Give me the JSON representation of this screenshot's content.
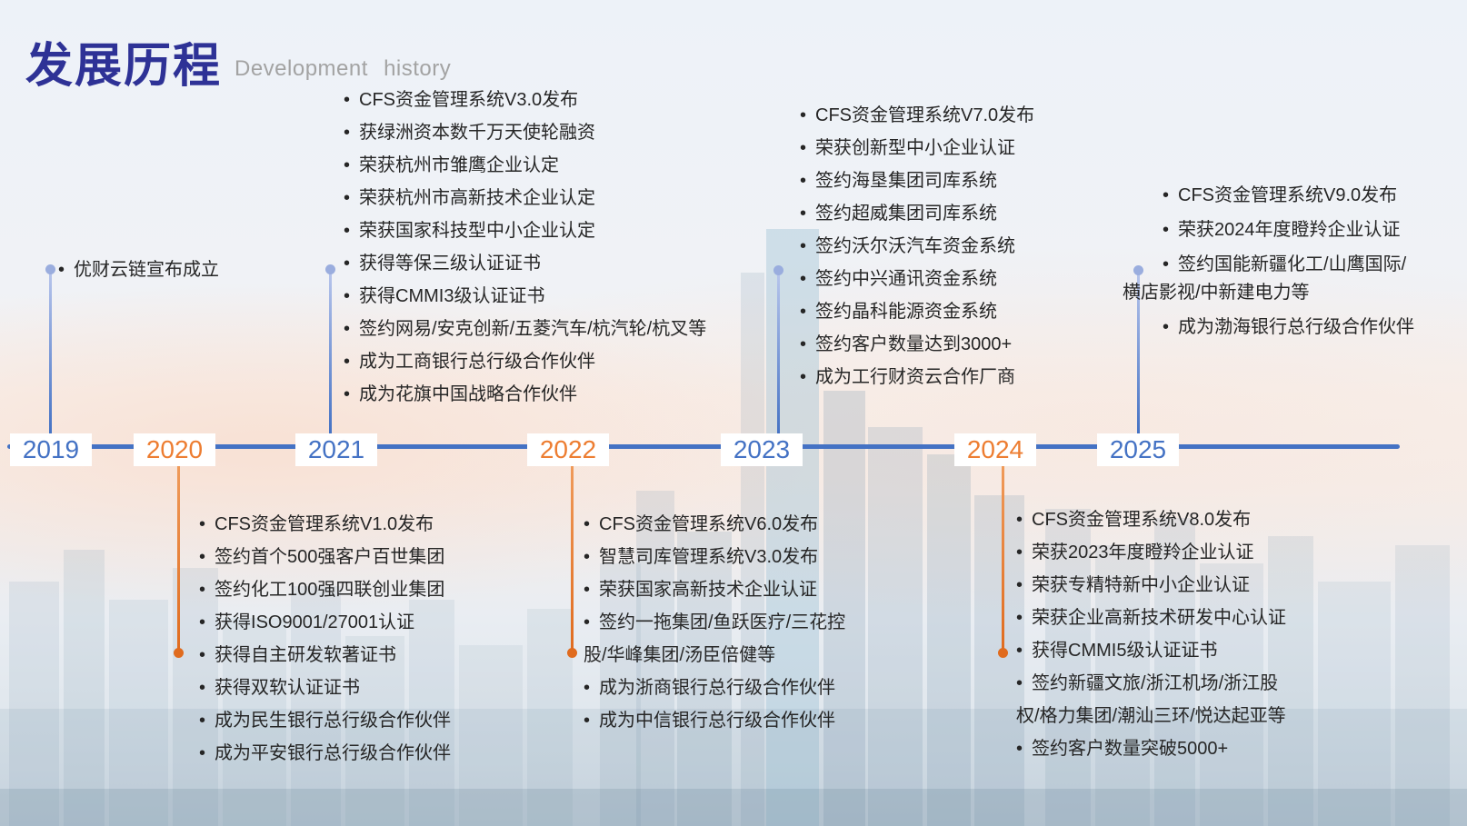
{
  "title": {
    "zh": "发展历程",
    "en": "Development history"
  },
  "colors": {
    "axis_blue": "#4472c4",
    "year_blue": "#4472c4",
    "year_orange": "#ed7d31",
    "title_blue": "#2e3296",
    "subtitle_gray": "#a3a3a3",
    "text_dark": "#262626",
    "dot_blue": "#9aadde",
    "dot_orange": "#e06b1e"
  },
  "years": [
    {
      "label": "2019",
      "accent": "blue",
      "side": "top",
      "items": [
        "优财云链宣布成立"
      ]
    },
    {
      "label": "2020",
      "accent": "orange",
      "side": "bottom",
      "items": [
        "CFS资金管理系统V1.0发布",
        "签约首个500强客户百世集团",
        "签约化工100强四联创业集团",
        "获得ISO9001/27001认证",
        "获得自主研发软著证书",
        "获得双软认证证书",
        "成为民生银行总行级合作伙伴",
        "成为平安银行总行级合作伙伴"
      ]
    },
    {
      "label": "2021",
      "accent": "blue",
      "side": "top",
      "items": [
        "CFS资金管理系统V3.0发布",
        "获绿洲资本数千万天使轮融资",
        "荣获杭州市雏鹰企业认定",
        "荣获杭州市高新技术企业认定",
        "荣获国家科技型中小企业认定",
        "获得等保三级认证证书",
        "获得CMMI3级认证证书",
        "签约网易/安克创新/五菱汽车/杭汽轮/杭叉等",
        "成为工商银行总行级合作伙伴",
        "成为花旗中国战略合作伙伴"
      ]
    },
    {
      "label": "2022",
      "accent": "orange",
      "side": "bottom",
      "items": [
        "CFS资金管理系统V6.0发布",
        "智慧司库管理系统V3.0发布",
        "荣获国家高新技术企业认证",
        "签约一拖集团/鱼跃医疗/三花控\n股/华峰集团/汤臣倍健等",
        "成为浙商银行总行级合作伙伴",
        "成为中信银行总行级合作伙伴"
      ]
    },
    {
      "label": "2023",
      "accent": "blue",
      "side": "top",
      "items": [
        "CFS资金管理系统V7.0发布",
        "荣获创新型中小企业认证",
        "签约海垦集团司库系统",
        "签约超威集团司库系统",
        "签约沃尔沃汽车资金系统",
        "签约中兴通讯资金系统",
        "签约晶科能源资金系统",
        "签约客户数量达到3000+",
        "成为工行财资云合作厂商"
      ]
    },
    {
      "label": "2024",
      "accent": "orange",
      "side": "bottom",
      "items": [
        "CFS资金管理系统V8.0发布",
        "荣获2023年度瞪羚企业认证",
        "荣获专精特新中小企业认证",
        "荣获企业高新技术研发中心认证",
        "获得CMMI5级认证证书",
        "签约新疆文旅/浙江机场/浙江股\n权/格力集团/潮汕三环/悦达起亚等",
        "签约客户数量突破5000+"
      ]
    },
    {
      "label": "2025",
      "accent": "blue",
      "side": "top",
      "items": [
        "CFS资金管理系统V9.0发布",
        "荣获2024年度瞪羚企业认证",
        "签约国能新疆化工/山鹰国际/\n横店影视/中新建电力等",
        "成为渤海银行总行级合作伙伴"
      ]
    }
  ]
}
